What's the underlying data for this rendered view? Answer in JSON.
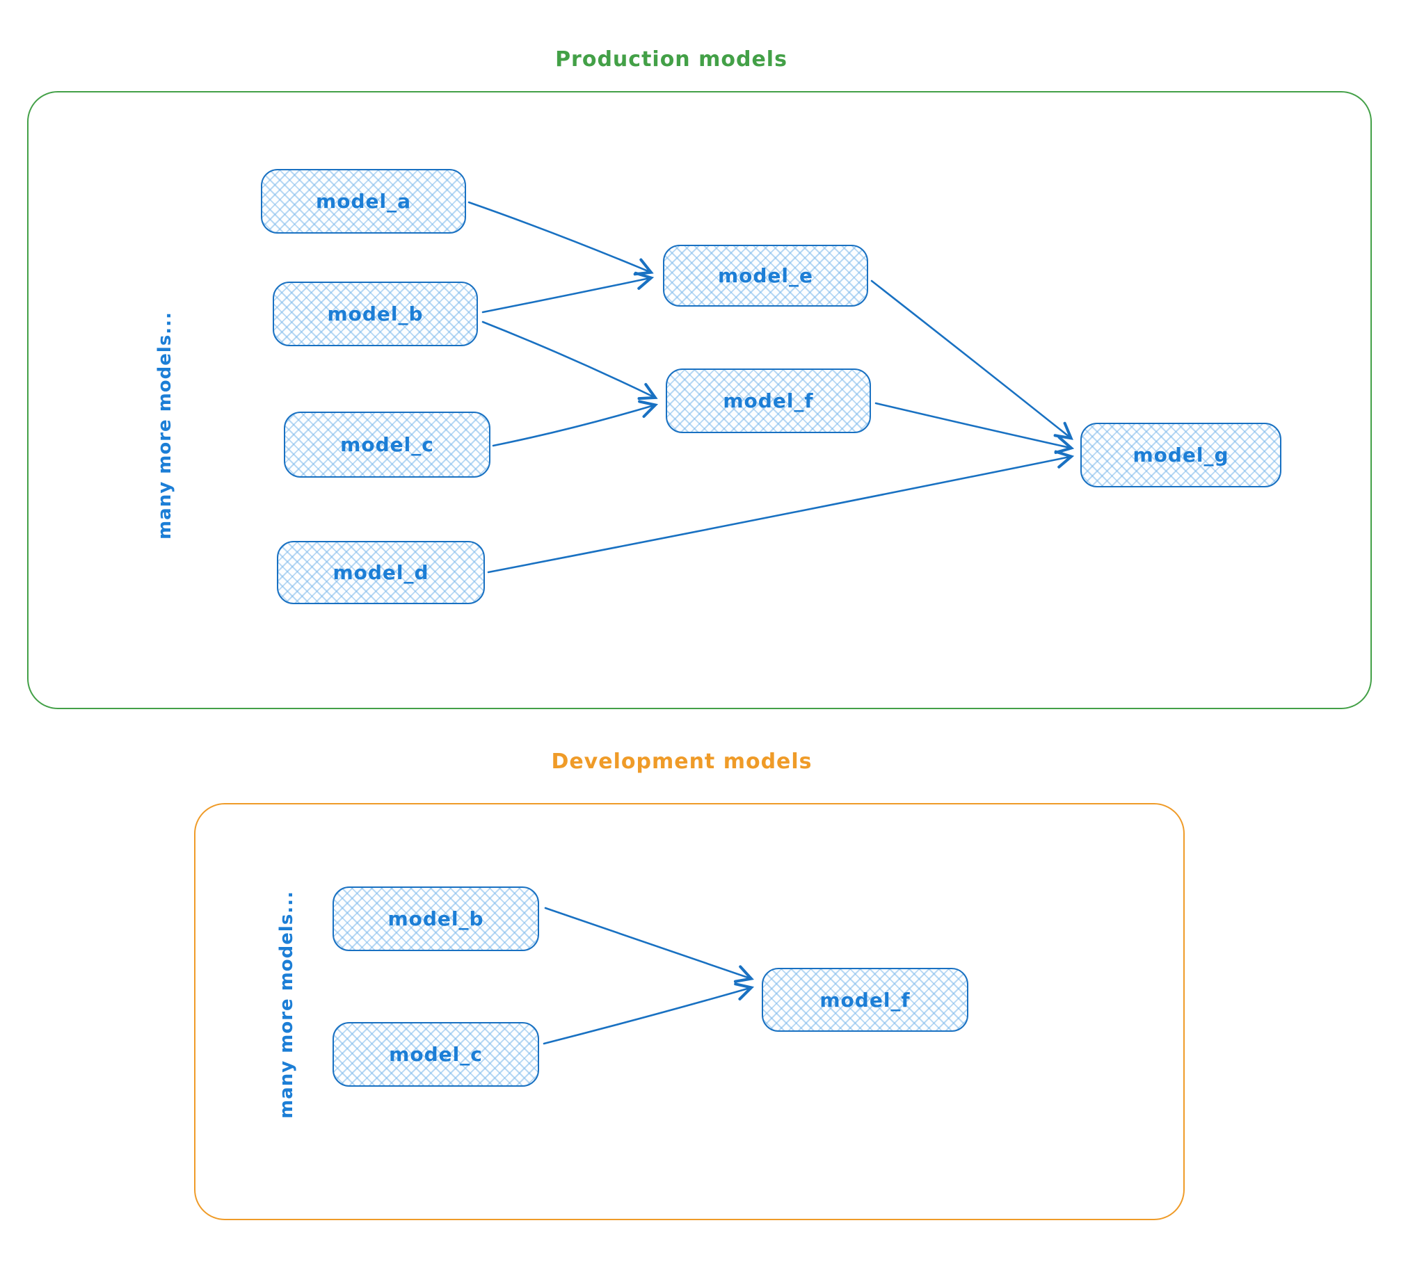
{
  "production": {
    "title": "Production models",
    "side_label": "many more models...",
    "nodes": {
      "a": {
        "label": "model_a"
      },
      "b": {
        "label": "model_b"
      },
      "c": {
        "label": "model_c"
      },
      "d": {
        "label": "model_d"
      },
      "e": {
        "label": "model_e"
      },
      "f": {
        "label": "model_f"
      },
      "g": {
        "label": "model_g"
      }
    },
    "edges": [
      {
        "from": "model_a",
        "to": "model_e"
      },
      {
        "from": "model_b",
        "to": "model_e"
      },
      {
        "from": "model_b",
        "to": "model_f"
      },
      {
        "from": "model_c",
        "to": "model_f"
      },
      {
        "from": "model_e",
        "to": "model_g"
      },
      {
        "from": "model_f",
        "to": "model_g"
      },
      {
        "from": "model_d",
        "to": "model_g"
      }
    ]
  },
  "development": {
    "title": "Development models",
    "side_label": "many more models...",
    "nodes": {
      "b": {
        "label": "model_b"
      },
      "c": {
        "label": "model_c"
      },
      "f": {
        "label": "model_f"
      }
    },
    "edges": [
      {
        "from": "model_b",
        "to": "model_f"
      },
      {
        "from": "model_c",
        "to": "model_f"
      }
    ]
  },
  "colors": {
    "node_stroke": "#1971c2",
    "node_text": "#1c7ed6",
    "node_fill_hatch": "#a5d8ff",
    "production_color": "#43a047",
    "development_color": "#ef9b28",
    "canvas_bg": "#ffffff"
  }
}
